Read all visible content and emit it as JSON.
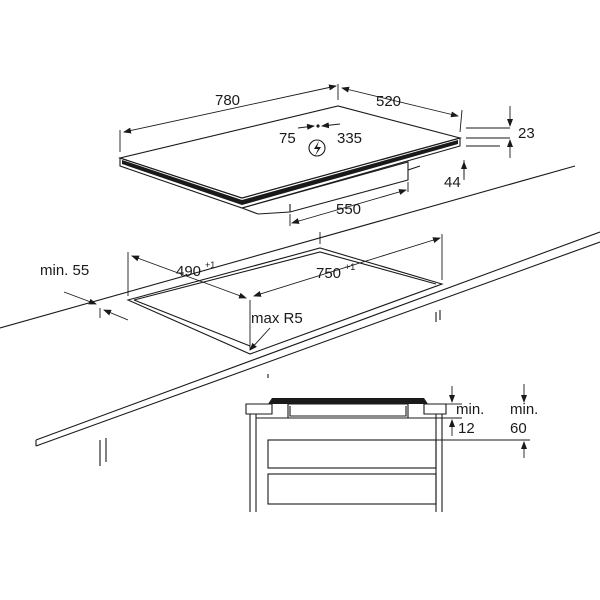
{
  "hob": {
    "width": "780",
    "depth": "520",
    "thickness": "23",
    "connection_x": "75",
    "connection_y": "335",
    "under_depth": "44",
    "under_width": "550",
    "power_icon": "lightning-bolt-icon"
  },
  "cutout": {
    "clearance": "min. 55",
    "depth": "490",
    "depth_tol": "+1",
    "width": "750",
    "width_tol": "+1",
    "radius": "max R5"
  },
  "cabinet": {
    "gap_label": "min.",
    "gap_value": "12",
    "space_label": "min.",
    "space_value": "60"
  }
}
